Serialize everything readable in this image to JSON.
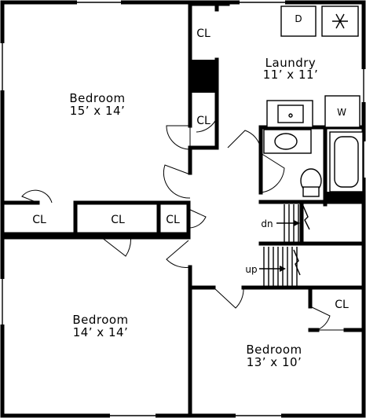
{
  "rooms": {
    "bedroom_nw": {
      "name": "Bedroom",
      "size": "15’ x 14’"
    },
    "laundry": {
      "name": "Laundry",
      "size": "11’ x 11’"
    },
    "bedroom_sw": {
      "name": "Bedroom",
      "size": "14’ x 14’"
    },
    "bedroom_se": {
      "name": "Bedroom",
      "size": "13’ x 10’"
    }
  },
  "closet_label": "CL",
  "appliances": {
    "dryer": "D",
    "washer": "W"
  },
  "stairs": {
    "down": "dn",
    "up": "up"
  }
}
